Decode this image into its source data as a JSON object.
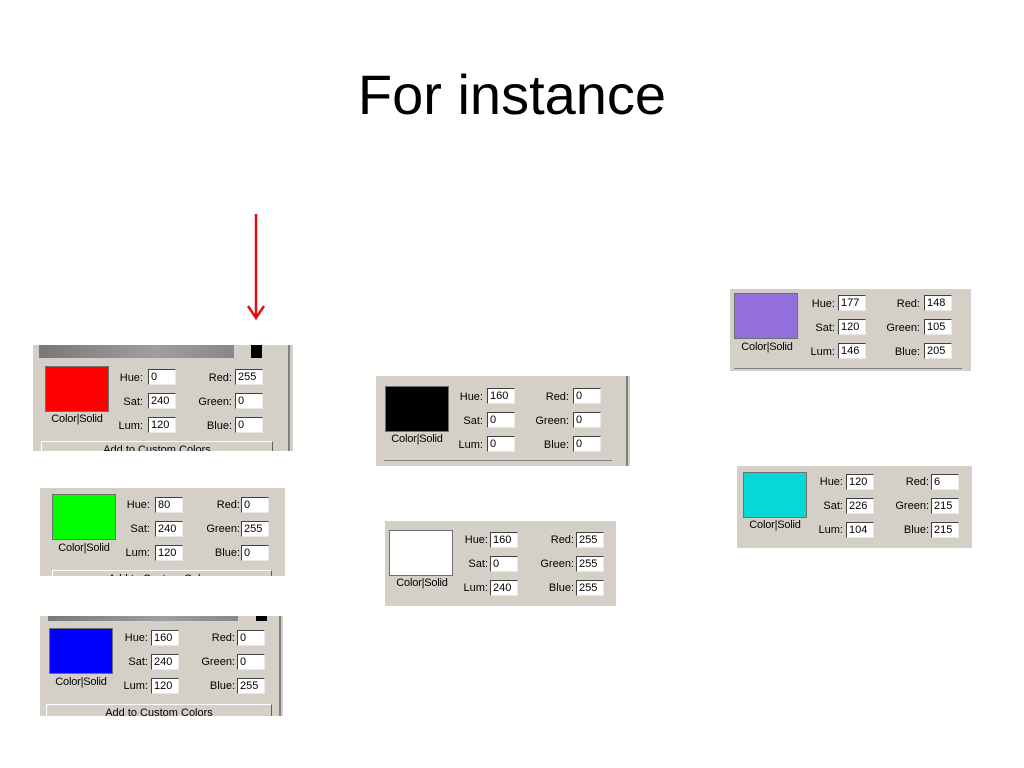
{
  "slide": {
    "title": "For instance"
  },
  "swatch_label": "Color|Solid",
  "labels": {
    "hue": "Hue:",
    "sat": "Sat:",
    "lum": "Lum:",
    "red": "Red:",
    "green": "Green:",
    "blue": "Blue:"
  },
  "add_button_label": "Add to Custom Colors",
  "colors": {
    "arrow": "#e01010",
    "dialog_bg": "#d4d0c8"
  },
  "panels": [
    {
      "id": "red",
      "swatch": "#ff0000",
      "hue": "0",
      "sat": "240",
      "lum": "120",
      "red": "255",
      "green": "0",
      "blue": "0"
    },
    {
      "id": "green",
      "swatch": "#00ff00",
      "hue": "80",
      "sat": "240",
      "lum": "120",
      "red": "0",
      "green": "255",
      "blue": "0"
    },
    {
      "id": "blue",
      "swatch": "#0000ff",
      "hue": "160",
      "sat": "240",
      "lum": "120",
      "red": "0",
      "green": "0",
      "blue": "255"
    },
    {
      "id": "black",
      "swatch": "#000000",
      "hue": "160",
      "sat": "0",
      "lum": "0",
      "red": "0",
      "green": "0",
      "blue": "0"
    },
    {
      "id": "white",
      "swatch": "#ffffff",
      "hue": "160",
      "sat": "0",
      "lum": "240",
      "red": "255",
      "green": "255",
      "blue": "255"
    },
    {
      "id": "purple",
      "swatch": "#9370db",
      "hue": "177",
      "sat": "120",
      "lum": "146",
      "red": "148",
      "green": "105",
      "blue": "205"
    },
    {
      "id": "cyan",
      "swatch": "#06d7d7",
      "hue": "120",
      "sat": "226",
      "lum": "104",
      "red": "6",
      "green": "215",
      "blue": "215"
    }
  ]
}
